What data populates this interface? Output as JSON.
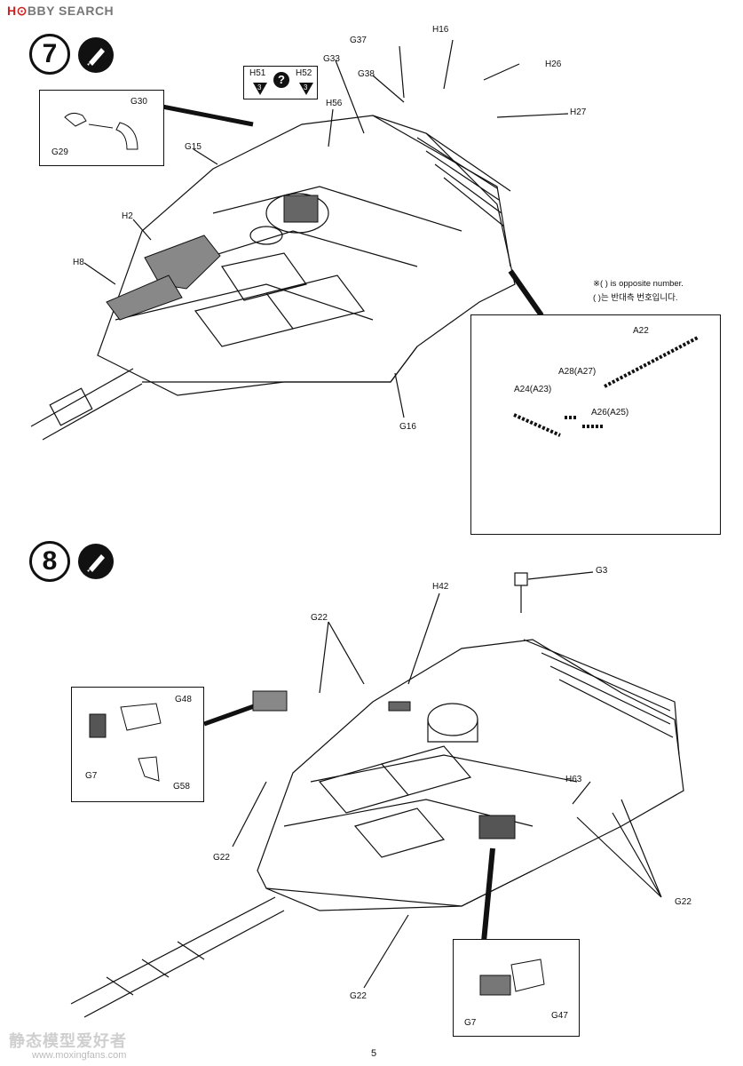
{
  "header": {
    "brand_a": "H",
    "brand_b": "BBY SEARCH"
  },
  "step7": {
    "number": "7",
    "parts": {
      "G37": "G37",
      "H16": "H16",
      "G33": "G33",
      "G38": "G38",
      "H26": "H26",
      "H27": "H27",
      "H51": "H51",
      "H52": "H52",
      "H56": "H56",
      "G15": "G15",
      "G30": "G30",
      "G29": "G29",
      "H2": "H2",
      "H8": "H8",
      "G16": "G16",
      "A22": "A22",
      "A28": "A28(A27)",
      "A24": "A24(A23)",
      "A26": "A26(A25)"
    },
    "badge_num": "3",
    "note_en": "※( ) is opposite number.",
    "note_ko": "( )는 반대측 번호입니다."
  },
  "step8": {
    "number": "8",
    "parts": {
      "G3": "G3",
      "H42": "H42",
      "G22": "G22",
      "G48": "G48",
      "G7": "G7",
      "G58": "G58",
      "H63": "H63",
      "G47": "G47"
    }
  },
  "footer": {
    "page_number": "5",
    "watermark": "静态模型爱好者",
    "watermark_url": "www.moxingfans.com"
  },
  "icons": [
    "glue-icon",
    "question-icon",
    "paint-code-badge"
  ]
}
